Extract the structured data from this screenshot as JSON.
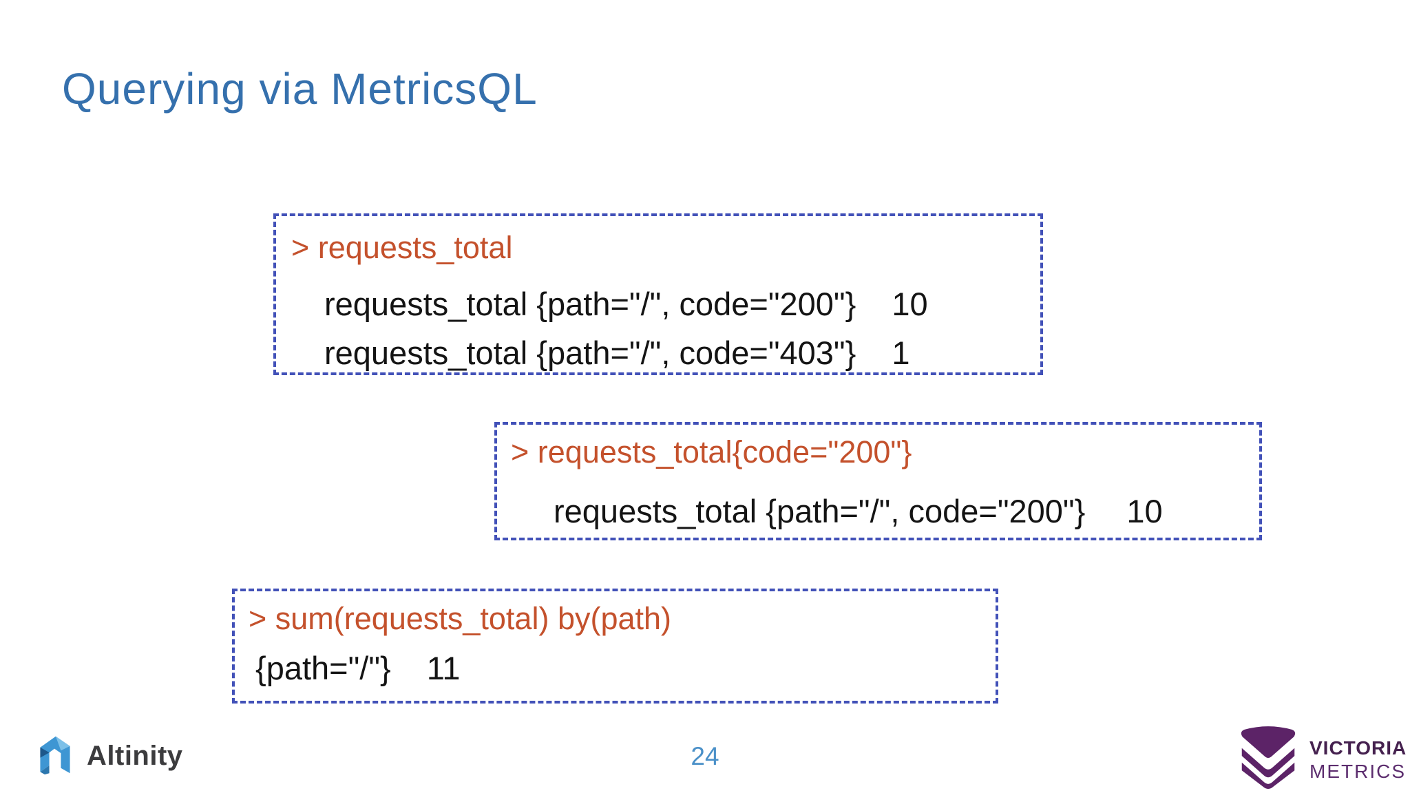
{
  "slide": {
    "title": "Querying via MetricsQL",
    "page_number": "24"
  },
  "terminals": [
    {
      "prompt": "> requests_total",
      "results": [
        {
          "expr": "requests_total {path=\"/\", code=\"200\"}",
          "value": "10"
        },
        {
          "expr": "requests_total {path=\"/\", code=\"403\"}",
          "value": "1"
        }
      ]
    },
    {
      "prompt": "> requests_total{code=\"200\"}",
      "results": [
        {
          "expr": "requests_total {path=\"/\", code=\"200\"}",
          "value": "10"
        }
      ]
    },
    {
      "prompt": "> sum(requests_total) by(path)",
      "results": [
        {
          "expr": "{path=\"/\"}",
          "value": "11"
        }
      ]
    }
  ],
  "footer": {
    "altinity_label": "Altinity",
    "victoria_line1": "VICTORIA",
    "victoria_line2": "METRICS"
  },
  "colors": {
    "title_blue": "#3570ad",
    "prompt_orange": "#c4512c",
    "border_blue": "#4251b8",
    "result_black": "#141414",
    "page_blue": "#4a90c8",
    "altinity_blue": "#3e96d3",
    "victoria_purple": "#5c2367"
  }
}
